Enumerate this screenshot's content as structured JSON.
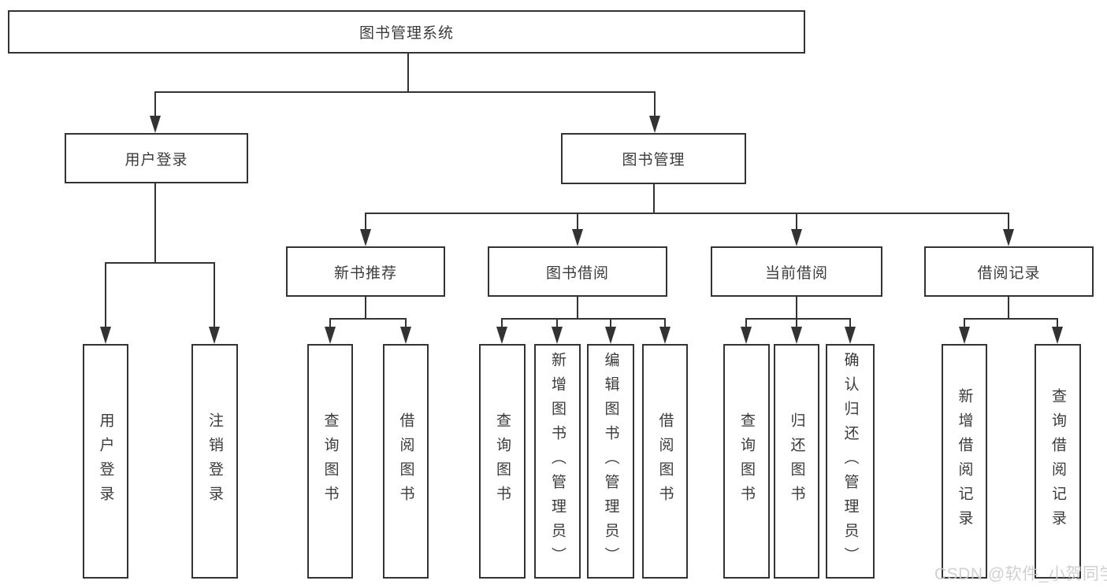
{
  "diagram": {
    "root": "图书管理系统",
    "level2": {
      "user_login": "用户登录",
      "book_mgmt": "图书管理"
    },
    "level3": {
      "new_book_rec": "新书推荐",
      "book_borrow": "图书借阅",
      "current_borrow": "当前借阅",
      "borrow_records": "借阅记录"
    },
    "leaves": {
      "user_login": [
        "用户登录",
        "注销登录"
      ],
      "new_book_rec": [
        "查询图书",
        "借阅图书"
      ],
      "book_borrow": [
        "查询图书",
        "新增图书（管理员）",
        "编辑图书（管理员）",
        "借阅图书"
      ],
      "current_borrow": [
        "查询图书",
        "归还图书",
        "确认归还（管理员）"
      ],
      "borrow_records": [
        "新增借阅记录",
        "查询借阅记录"
      ]
    }
  },
  "watermark": "CSDN @软件_小贺同学",
  "colors": {
    "line": "#333333",
    "text": "#3b3b3b",
    "watermark": "#cccccc",
    "background": "#ffffff"
  }
}
